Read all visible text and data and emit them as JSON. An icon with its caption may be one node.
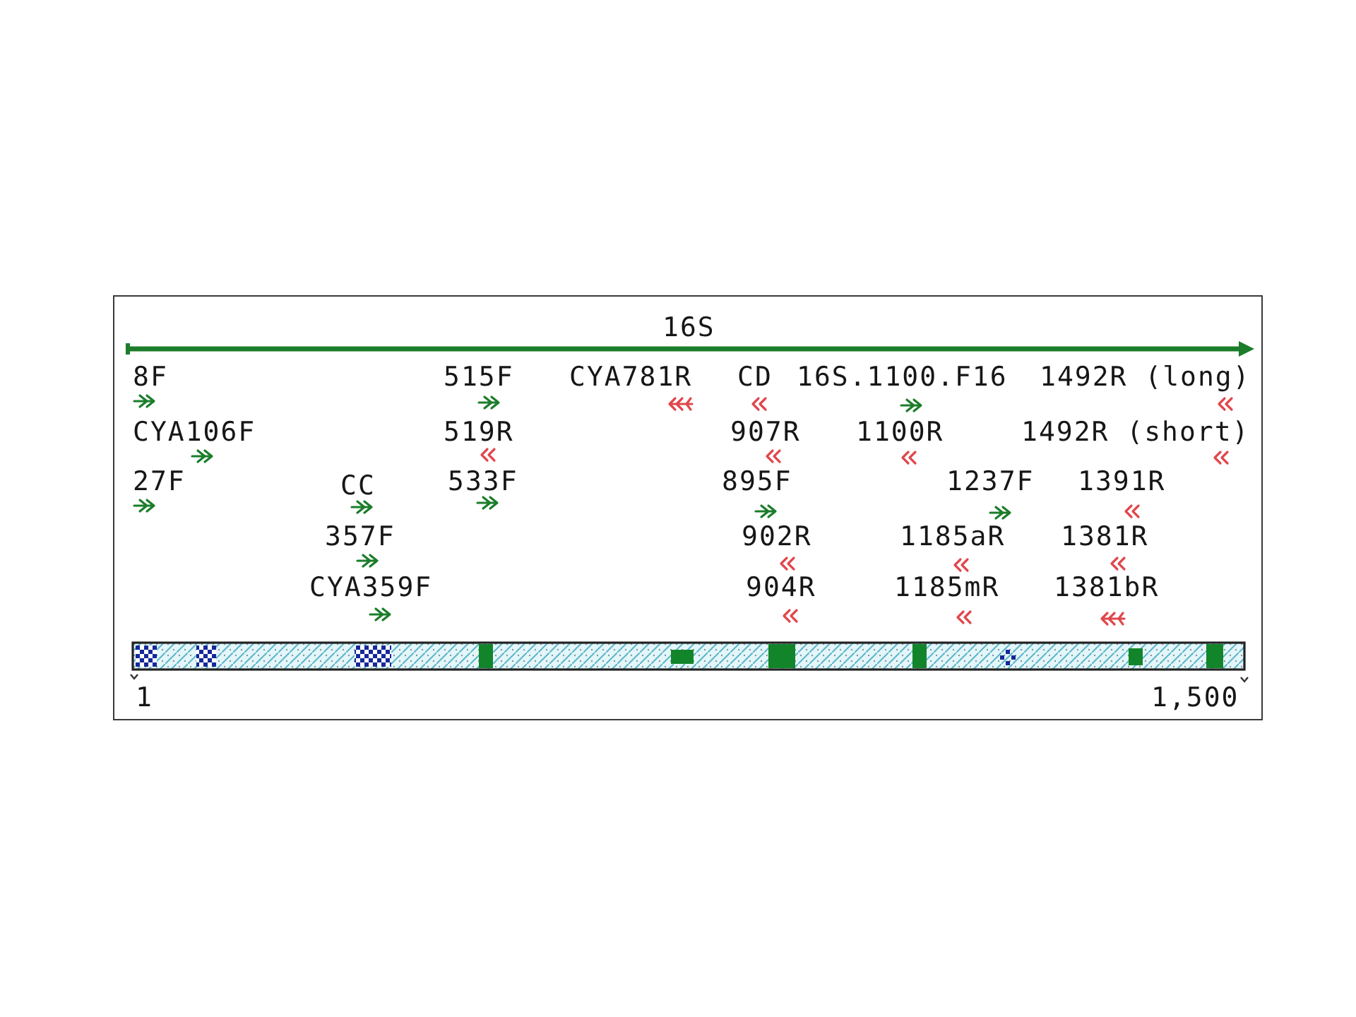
{
  "diagram": {
    "labels": [
      "16S",
      "8F",
      "515F",
      "CYA781R",
      "CD",
      "16S.1100.F16",
      "1492R (long)",
      "CYA106F",
      "519R",
      "907R",
      "1100R",
      "1492R (short)",
      "27F",
      "CC",
      "533F",
      "895F",
      "1237F",
      "1391R",
      "357F",
      "902R",
      "1185aR",
      "1381R",
      "CYA359F",
      "904R",
      "1185mR",
      "1381bR",
      "1",
      "1,500"
    ]
  }
}
